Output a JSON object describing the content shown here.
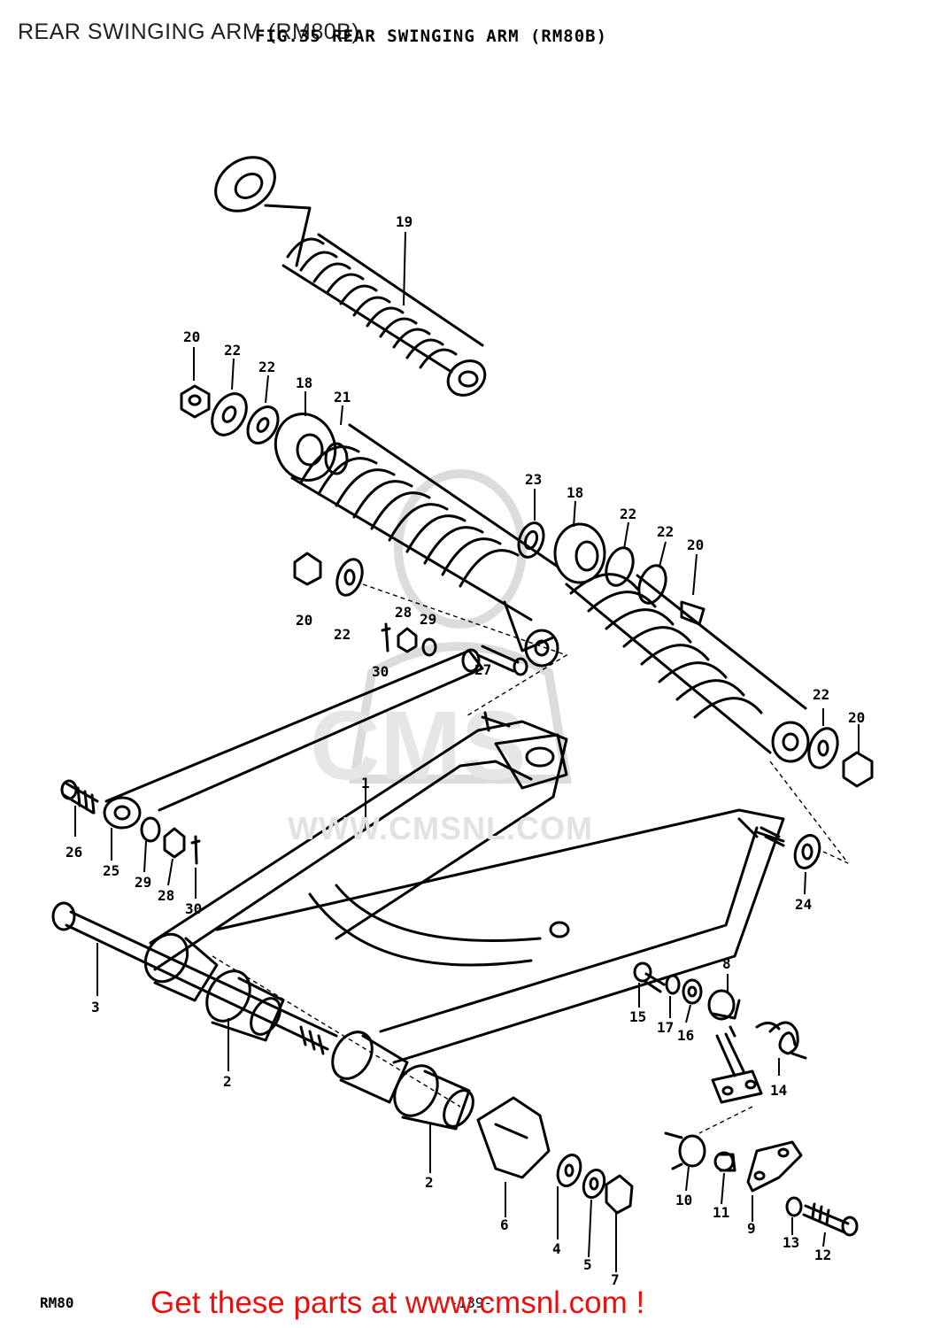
{
  "page": {
    "title": "REAR SWINGING ARM (RM80B)",
    "figure_caption": "FIG.35  REAR SWINGING ARM (RM80B)",
    "model_code": "RM80",
    "page_number": "-139-"
  },
  "watermark": {
    "url": "WWW.CMSNL.COM",
    "logo": "cms-logo"
  },
  "cta": {
    "text": "Get these parts at www.cmsnl.com !"
  },
  "callouts": [
    {
      "id": "c19",
      "label": "19"
    },
    {
      "id": "c20a",
      "label": "20"
    },
    {
      "id": "c22a",
      "label": "22"
    },
    {
      "id": "c22b",
      "label": "22"
    },
    {
      "id": "c18a",
      "label": "18"
    },
    {
      "id": "c21",
      "label": "21"
    },
    {
      "id": "c23",
      "label": "23"
    },
    {
      "id": "c18b",
      "label": "18"
    },
    {
      "id": "c22c",
      "label": "22"
    },
    {
      "id": "c22d",
      "label": "22"
    },
    {
      "id": "c20b",
      "label": "20"
    },
    {
      "id": "c20c",
      "label": "20"
    },
    {
      "id": "c22e",
      "label": "22"
    },
    {
      "id": "c28a",
      "label": "28"
    },
    {
      "id": "c29a",
      "label": "29"
    },
    {
      "id": "c30a",
      "label": "30"
    },
    {
      "id": "c27",
      "label": "27"
    },
    {
      "id": "c22f",
      "label": "22"
    },
    {
      "id": "c20d",
      "label": "20"
    },
    {
      "id": "c1",
      "label": "1"
    },
    {
      "id": "c26",
      "label": "26"
    },
    {
      "id": "c25",
      "label": "25"
    },
    {
      "id": "c29b",
      "label": "29"
    },
    {
      "id": "c28b",
      "label": "28"
    },
    {
      "id": "c30b",
      "label": "30"
    },
    {
      "id": "c24",
      "label": "24"
    },
    {
      "id": "c3",
      "label": "3"
    },
    {
      "id": "c8",
      "label": "8"
    },
    {
      "id": "c15",
      "label": "15"
    },
    {
      "id": "c17",
      "label": "17"
    },
    {
      "id": "c16",
      "label": "16"
    },
    {
      "id": "c14",
      "label": "14"
    },
    {
      "id": "c2a",
      "label": "2"
    },
    {
      "id": "c2b",
      "label": "2"
    },
    {
      "id": "c6",
      "label": "6"
    },
    {
      "id": "c4",
      "label": "4"
    },
    {
      "id": "c5",
      "label": "5"
    },
    {
      "id": "c7",
      "label": "7"
    },
    {
      "id": "c10",
      "label": "10"
    },
    {
      "id": "c11",
      "label": "11"
    },
    {
      "id": "c9",
      "label": "9"
    },
    {
      "id": "c13",
      "label": "13"
    },
    {
      "id": "c12",
      "label": "12"
    }
  ]
}
